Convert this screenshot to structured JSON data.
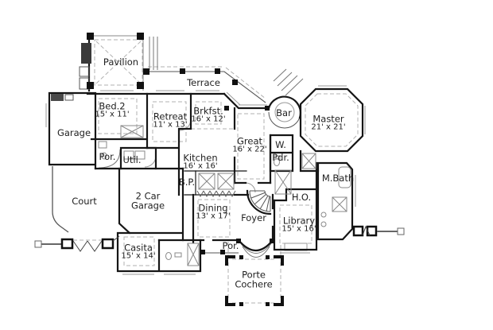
{
  "plan": {
    "title": "Single-story house floor plan",
    "colors": {
      "wall": "#161616",
      "thin_line": "#555555",
      "light_line": "#999999",
      "dashed_line": "#b0b0b0",
      "text": "#1f1f1f",
      "background": "#ffffff"
    },
    "rooms": [
      {
        "id": "pavilion",
        "lines": [
          "Pavilion"
        ]
      },
      {
        "id": "terrace",
        "lines": [
          "Terrace"
        ]
      },
      {
        "id": "bed2",
        "lines": [
          "Bed.2",
          "15' x 11'"
        ]
      },
      {
        "id": "garage",
        "lines": [
          "Garage"
        ]
      },
      {
        "id": "retreat",
        "lines": [
          "Retreat",
          "11' x 13'"
        ]
      },
      {
        "id": "breakfast",
        "lines": [
          "Brkfst.",
          "16' x 12'"
        ]
      },
      {
        "id": "great",
        "lines": [
          "Great",
          "16' x 22'"
        ]
      },
      {
        "id": "bar",
        "lines": [
          "Bar"
        ]
      },
      {
        "id": "master",
        "lines": [
          "Master",
          "21' x 21'"
        ]
      },
      {
        "id": "porch-left",
        "lines": [
          "Por."
        ]
      },
      {
        "id": "utility",
        "lines": [
          "Util."
        ]
      },
      {
        "id": "kitchen",
        "lines": [
          "Kitchen",
          "16' x 16'"
        ]
      },
      {
        "id": "wardrobe",
        "lines": [
          "W."
        ]
      },
      {
        "id": "powder",
        "lines": [
          "Pdr."
        ]
      },
      {
        "id": "court",
        "lines": [
          "Court"
        ]
      },
      {
        "id": "two-car-garage",
        "lines": [
          "2 Car",
          "Garage"
        ]
      },
      {
        "id": "butlers-pantry",
        "lines": [
          "B.P."
        ]
      },
      {
        "id": "master-bath",
        "lines": [
          "M.Bath"
        ]
      },
      {
        "id": "home-office",
        "lines": [
          "H.O."
        ]
      },
      {
        "id": "dining",
        "lines": [
          "Dining",
          "13' x 17'"
        ]
      },
      {
        "id": "foyer",
        "lines": [
          "Foyer"
        ]
      },
      {
        "id": "library",
        "lines": [
          "Library",
          "15' x 16'"
        ]
      },
      {
        "id": "casita",
        "lines": [
          "Casita",
          "15' x 14'"
        ]
      },
      {
        "id": "porch-bottom",
        "lines": [
          "Por."
        ]
      },
      {
        "id": "porte-cochere",
        "lines": [
          "Porte",
          "Cochere"
        ]
      }
    ]
  }
}
